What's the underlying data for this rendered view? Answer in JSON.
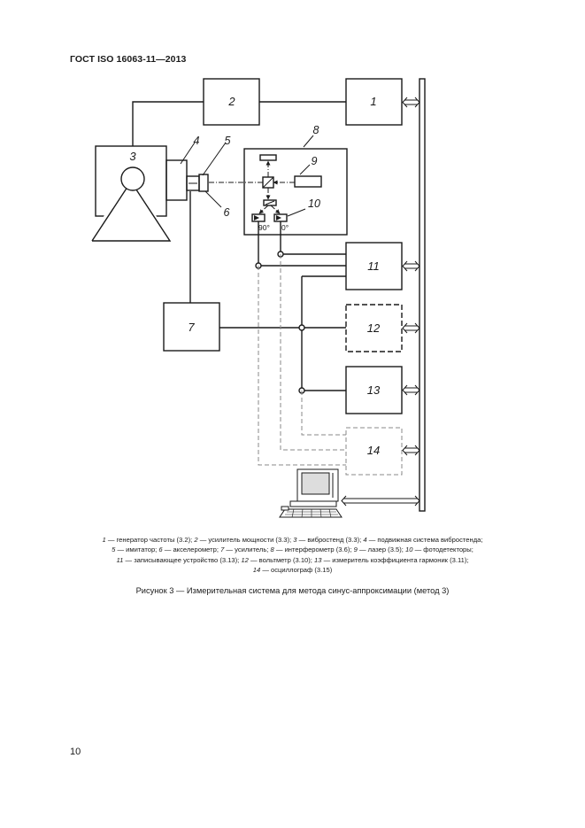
{
  "header": {
    "standard": "ГОСТ ISO 16063-11—2013"
  },
  "diagram": {
    "labels": {
      "b1": "1",
      "b2": "2",
      "b3": "3",
      "b4": "4",
      "b5": "5",
      "b6": "6",
      "b7": "7",
      "b8": "8",
      "b9": "9",
      "b10": "10",
      "b11": "11",
      "b12": "12",
      "b13": "13",
      "b14": "14",
      "phase90": "90°",
      "phase0": "0°"
    }
  },
  "legend": [
    {
      "num": "1",
      "text": " — генератор частоты (3.2); "
    },
    {
      "num": "2",
      "text": " — усилитель мощности (3.3); "
    },
    {
      "num": "3",
      "text": " — вибростенд (3.3); "
    },
    {
      "num": "4",
      "text": " — подвижная система вибростенда;",
      "br": true
    },
    {
      "num": "5",
      "text": " — имитатор; "
    },
    {
      "num": "6",
      "text": " — акселерометр; "
    },
    {
      "num": "7",
      "text": " — усилитель; "
    },
    {
      "num": "8",
      "text": " — интерферометр (3.6); "
    },
    {
      "num": "9",
      "text": " — лазер (3.5); "
    },
    {
      "num": "10",
      "text": " — фотодетекторы;",
      "br": true
    },
    {
      "num": "11",
      "text": " — записывающее устройство (3.13); "
    },
    {
      "num": "12",
      "text": " — вольтметр (3.10); "
    },
    {
      "num": "13",
      "text": " — измеритель коэффициента гармоник (3.11);",
      "br": true
    },
    {
      "num": "14",
      "text": " — осциллограф (3.15)"
    }
  ],
  "caption": "Рисунок 3 — Измерительная система для метода синус-аппроксимации (метод 3)",
  "page_number": "10"
}
